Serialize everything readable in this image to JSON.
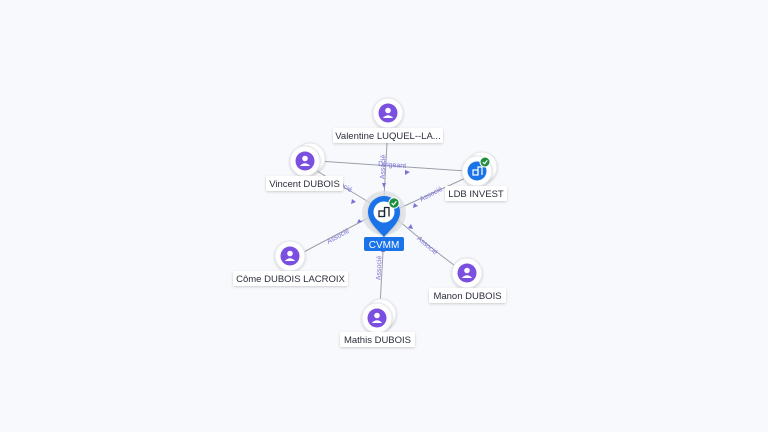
{
  "center": {
    "label": "CVMM",
    "verified": true,
    "icon": "building-icon"
  },
  "nodes": [
    {
      "id": "valentine",
      "label": "Valentine LUQUEL--LA...",
      "type": "person"
    },
    {
      "id": "vincent",
      "label": "Vincent DUBOIS",
      "type": "person"
    },
    {
      "id": "ldb",
      "label": "LDB INVEST",
      "type": "company",
      "verified": true
    },
    {
      "id": "come",
      "label": "Côme DUBOIS LACROIX",
      "type": "person"
    },
    {
      "id": "manon",
      "label": "Manon DUBOIS",
      "type": "person"
    },
    {
      "id": "mathis",
      "label": "Mathis DUBOIS",
      "type": "person"
    }
  ],
  "edges": [
    {
      "from": "valentine",
      "to": "center",
      "label": "Associé"
    },
    {
      "from": "vincent",
      "to": "center",
      "label": "Associé"
    },
    {
      "from": "vincent",
      "to": "ldb",
      "label": "Dirigeant"
    },
    {
      "from": "ldb",
      "to": "center",
      "label": "Associé"
    },
    {
      "from": "come",
      "to": "center",
      "label": "Associé"
    },
    {
      "from": "manon",
      "to": "center",
      "label": "Associé"
    },
    {
      "from": "mathis",
      "to": "center",
      "label": "Associé"
    }
  ],
  "colors": {
    "person": "#7b4fdf",
    "company": "#1a73e8",
    "center": "#1a73e8",
    "verified": "#1e8e3e",
    "edge": "#9aa0aa",
    "edge_label": "#7a72d8"
  }
}
